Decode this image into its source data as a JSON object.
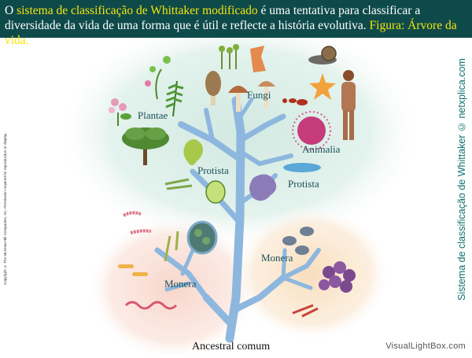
{
  "caption": {
    "part1": "O ",
    "highlight1": "sistema de classificação de Whittaker modificado",
    "part2": " é uma tentativa para classificar a diversidade da vida de uma forma que é útil e reflecte a história evolutiva. ",
    "highlight2": "Figura: Árvore da vida."
  },
  "diagram": {
    "labels": {
      "plantae": "Plantae",
      "fungi": "Fungi",
      "animalia": "Animalia",
      "protista_left": "Protista",
      "protista_right": "Protista",
      "monera_left": "Monera",
      "monera_right": "Monera",
      "root": "Ancestral comum"
    }
  },
  "copyright": "Copyright © The McGraw-Hill Companies, Inc. Permission required for reproduction or display.",
  "side_credit": "Sistema de classificação de Whittaker © netxplica.com",
  "watermark": "VisualLightBox.com",
  "colors": {
    "caption_bg": "#0f4a4a",
    "highlight": "#f3e60c",
    "tree": "#8db7de",
    "eukaryote_zone": "#d7ebe4",
    "monera_left_zone": "#f8d9cf",
    "monera_right_zone": "#f9e2c5"
  }
}
